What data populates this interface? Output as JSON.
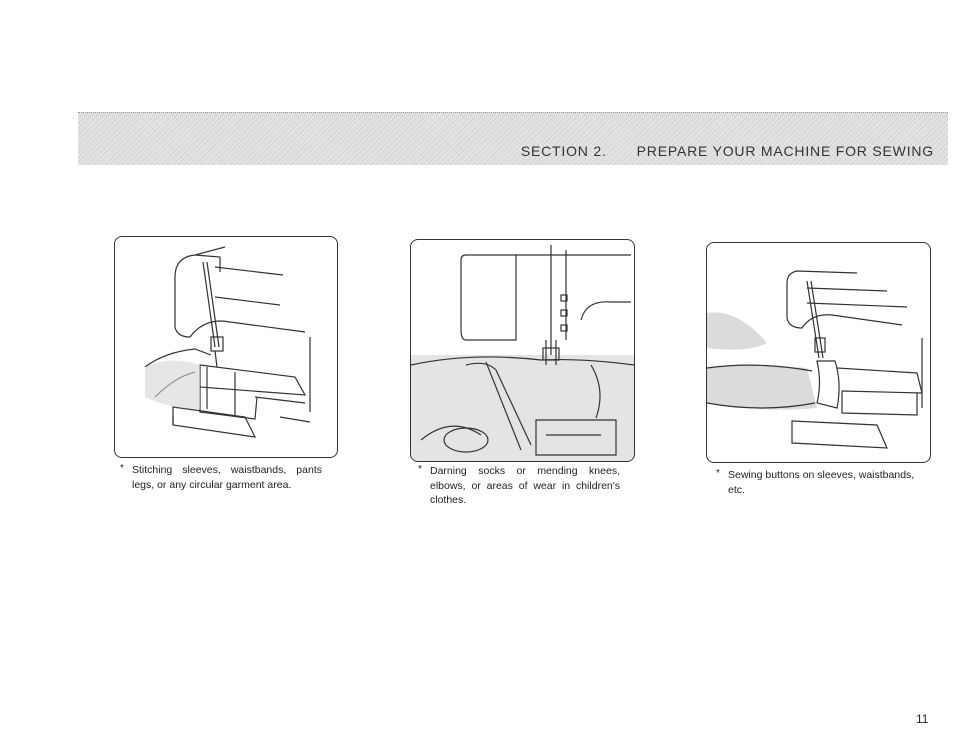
{
  "header": {
    "section": "SECTION 2.",
    "title": "PREPARE YOUR MACHINE FOR SEWING"
  },
  "figures": [
    {
      "bullet": "*",
      "caption": "Stitching sleeves, waistbands, pants legs, or any circular garment area."
    },
    {
      "bullet": "*",
      "caption": "Darning socks or mending knees, elbows, or areas of wear in children's clothes."
    },
    {
      "bullet": "*",
      "caption": "Sewing buttons on sleeves, waistbands, etc."
    }
  ],
  "page_number": "11"
}
